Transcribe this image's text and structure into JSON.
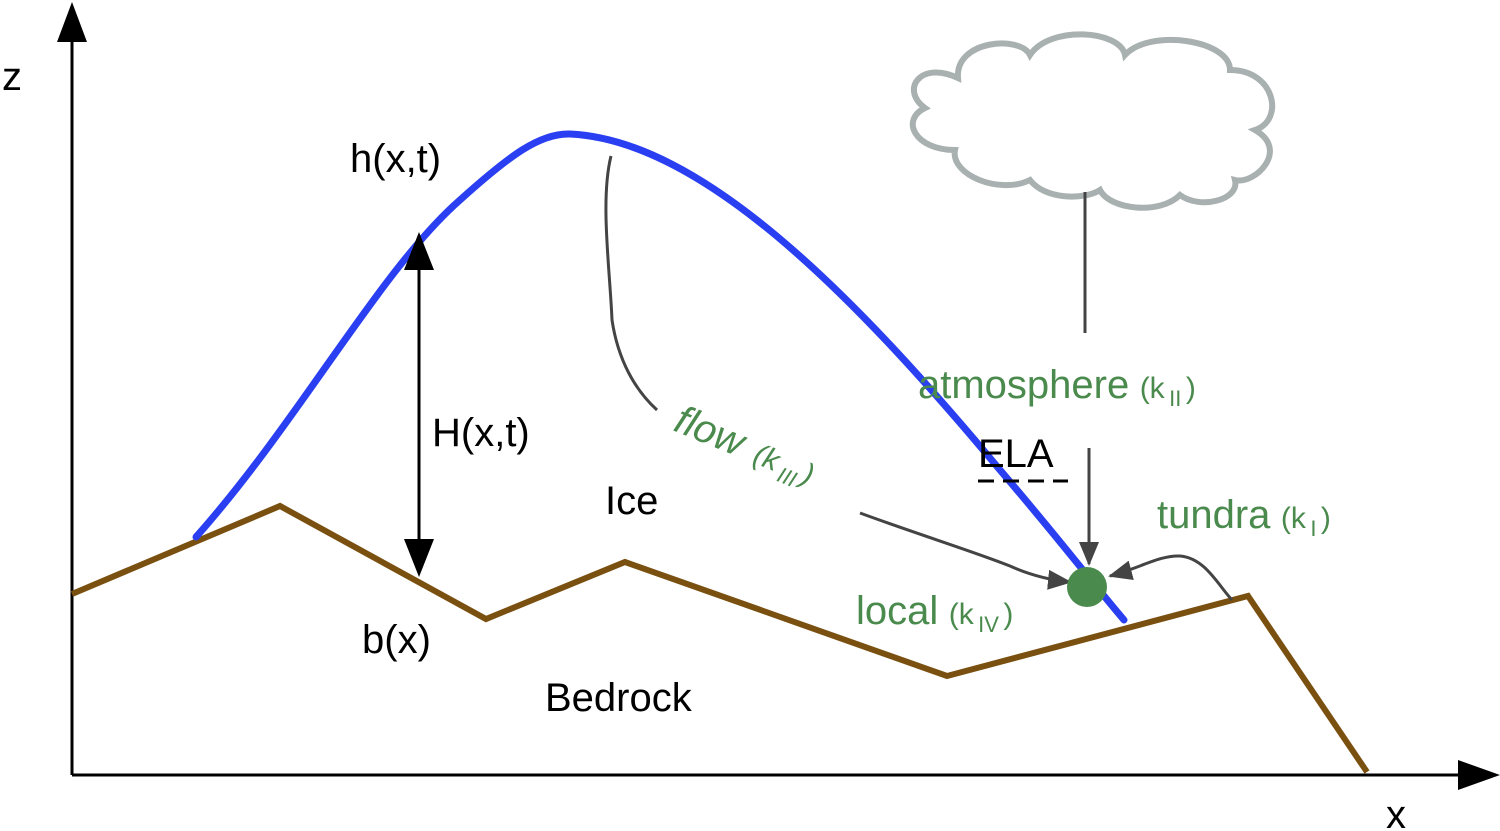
{
  "axes": {
    "x_label": "x",
    "z_label": "z"
  },
  "labels": {
    "surface": "h(x,t)",
    "thickness": "H(x,t)",
    "bed": "b(x)",
    "ice": "Ice",
    "bedrock": "Bedrock",
    "ela": "ELA"
  },
  "couplings": {
    "atmosphere": {
      "name": "atmosphere",
      "k_prefix": "(k",
      "k_sub": "II",
      "k_suffix": ")"
    },
    "flow": {
      "name": "flow",
      "k_prefix": "(k",
      "k_sub": "III",
      "k_suffix": ")"
    },
    "tundra": {
      "name": "tundra",
      "k_prefix": "(k",
      "k_sub": "I",
      "k_suffix": ")"
    },
    "local": {
      "name": "local",
      "k_prefix": "(k",
      "k_sub": "IV",
      "k_suffix": ")"
    }
  },
  "colors": {
    "ice_surface": "#2a3ff2",
    "bedrock": "#7a5010",
    "coupling_text": "#4a8a4d",
    "node": "#4a8a4d",
    "cloud": "#a9b0b0",
    "connector": "#444444"
  },
  "icons": {
    "cloud": "cloud-icon",
    "node": "ela-node-icon"
  }
}
